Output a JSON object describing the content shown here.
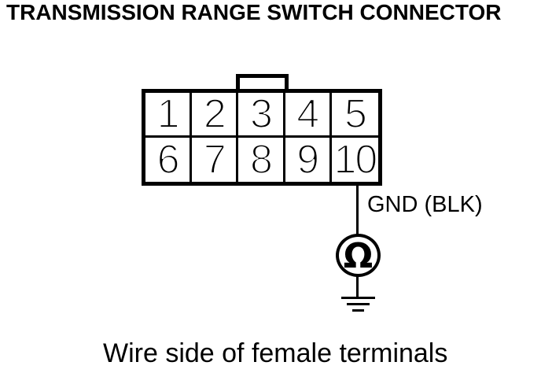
{
  "title": "TRANSMISSION RANGE SWITCH CONNECTOR",
  "connector": {
    "rows": [
      [
        "1",
        "2",
        "3",
        "4",
        "5"
      ],
      [
        "6",
        "7",
        "8",
        "9",
        "10"
      ]
    ]
  },
  "wire_label": "GND (BLK)",
  "meter_symbol": "Ω",
  "caption": "Wire side of female terminals",
  "colors": {
    "line": "#000000",
    "background": "#ffffff"
  }
}
